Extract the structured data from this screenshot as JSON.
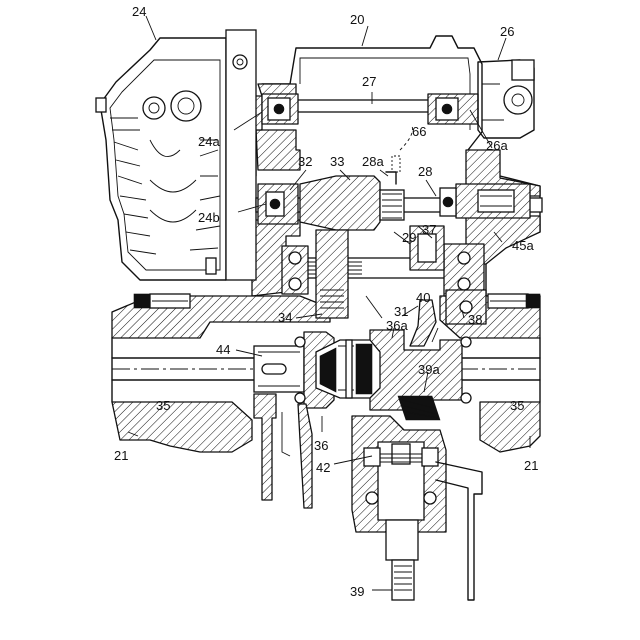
{
  "labels": {
    "l20": "20",
    "l21a": "21",
    "l21b": "21",
    "l24": "24",
    "l24a": "24a",
    "l24b": "24b",
    "l26": "26",
    "l26a": "26a",
    "l27": "27",
    "l28": "28",
    "l28a": "28a",
    "l29": "29",
    "l31": "31",
    "l32": "32",
    "l33": "33",
    "l34": "34",
    "l35a": "35",
    "l35b": "35",
    "l36": "36",
    "l36a": "36a",
    "l37": "37",
    "l38": "38",
    "l39": "39",
    "l39a": "39a",
    "l40": "40",
    "l42": "42",
    "l44": "44",
    "l45a": "45a",
    "l66": "66"
  }
}
